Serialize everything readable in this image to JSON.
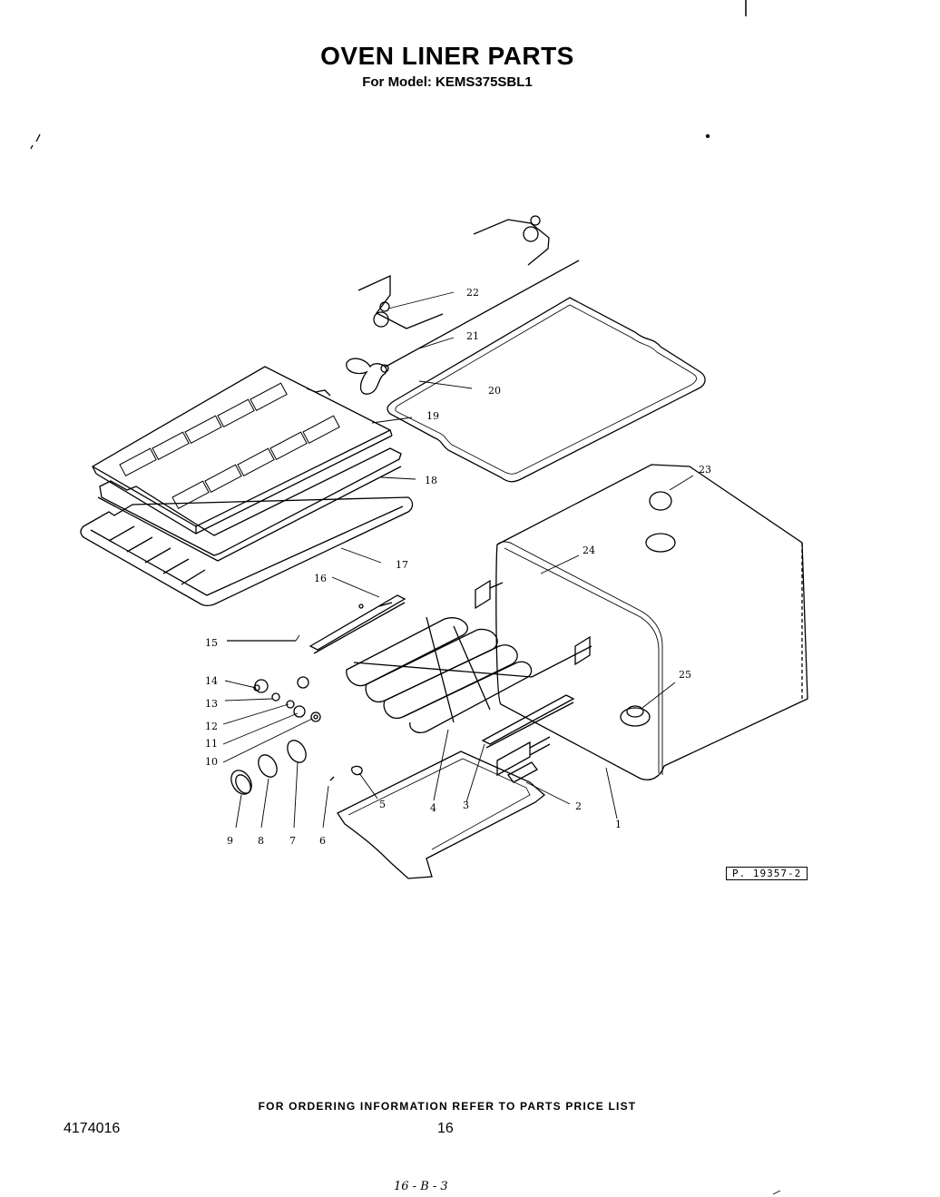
{
  "header": {
    "title": "OVEN LINER PARTS",
    "subtitle": "For Model: KEMS375SBL1"
  },
  "callouts": [
    "1",
    "2",
    "3",
    "4",
    "5",
    "6",
    "7",
    "8",
    "9",
    "10",
    "11",
    "12",
    "13",
    "14",
    "15",
    "16",
    "17",
    "18",
    "19",
    "20",
    "21",
    "22",
    "23",
    "24",
    "25"
  ],
  "figure_ref": "P. 19357-2",
  "footer": {
    "ordering_note": "FOR ORDERING INFORMATION REFER TO PARTS PRICE LIST",
    "doc_number": "4174016",
    "page_number": "16",
    "handwritten": "16 - B - 3"
  }
}
